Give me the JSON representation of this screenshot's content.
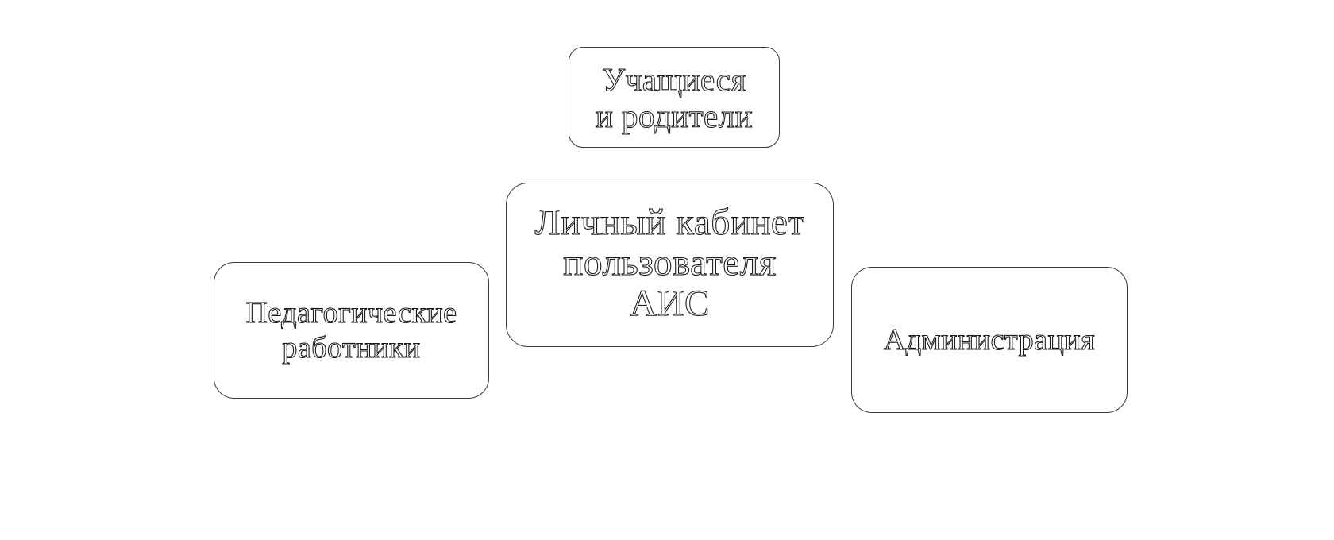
{
  "diagram": {
    "nodes": {
      "students": {
        "label": "Учащиеся\nи родители"
      },
      "center": {
        "label": "Личный кабинет\nпользователя\nАИС"
      },
      "teachers": {
        "label": "Педагогические\nработники"
      },
      "admin": {
        "label": "Администрация"
      }
    },
    "colors": {
      "border": "#3a3a3a",
      "text_outline": "#1a1a1a",
      "background": "#ffffff"
    }
  }
}
